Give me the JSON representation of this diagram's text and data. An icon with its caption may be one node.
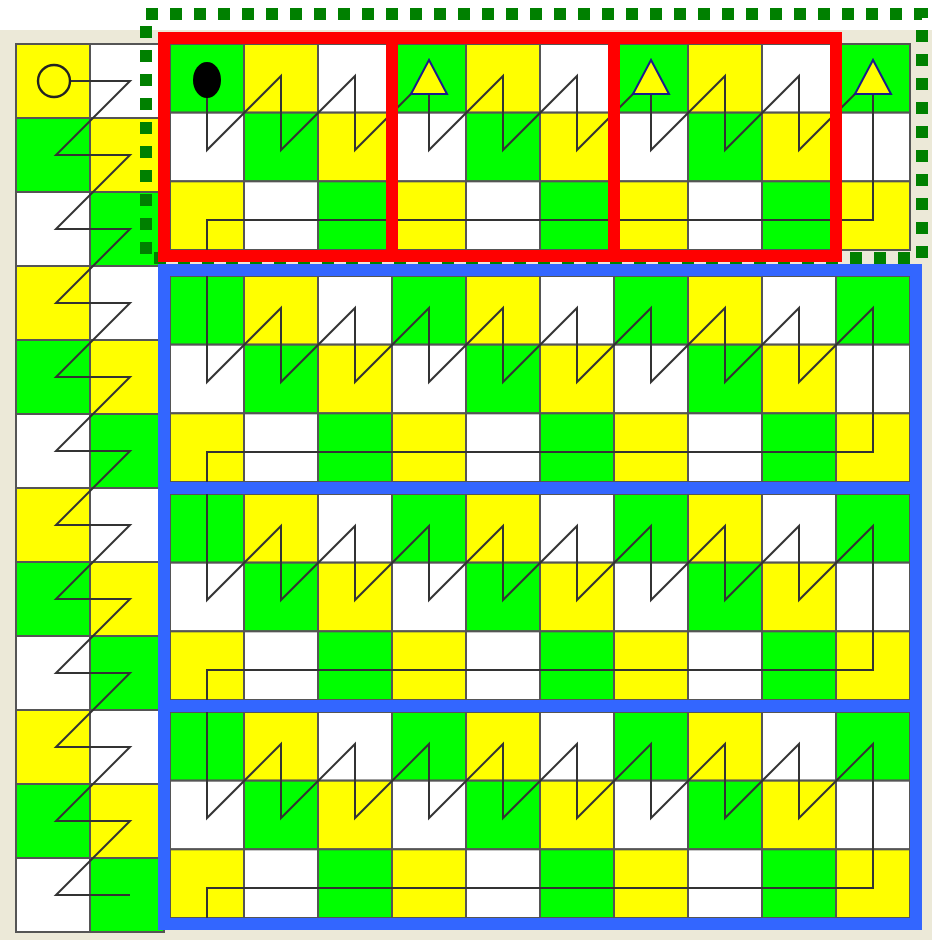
{
  "diagram": {
    "nodes": [
      {
        "text": [],
        "shape": "box"
      },
      {
        "text": [],
        "shape": "box",
        "in": 0
      },
      {
        "text": [],
        "shape": "box",
        "in": 0
      },
      {
        "text": [],
        "shape": "box",
        "in": 0
      },
      {
        "text": [],
        "shape": "box"
      },
      {
        "text": [],
        "shape": "box"
      },
      {
        "text": [],
        "shape": "box"
      }
    ]
  }
}
